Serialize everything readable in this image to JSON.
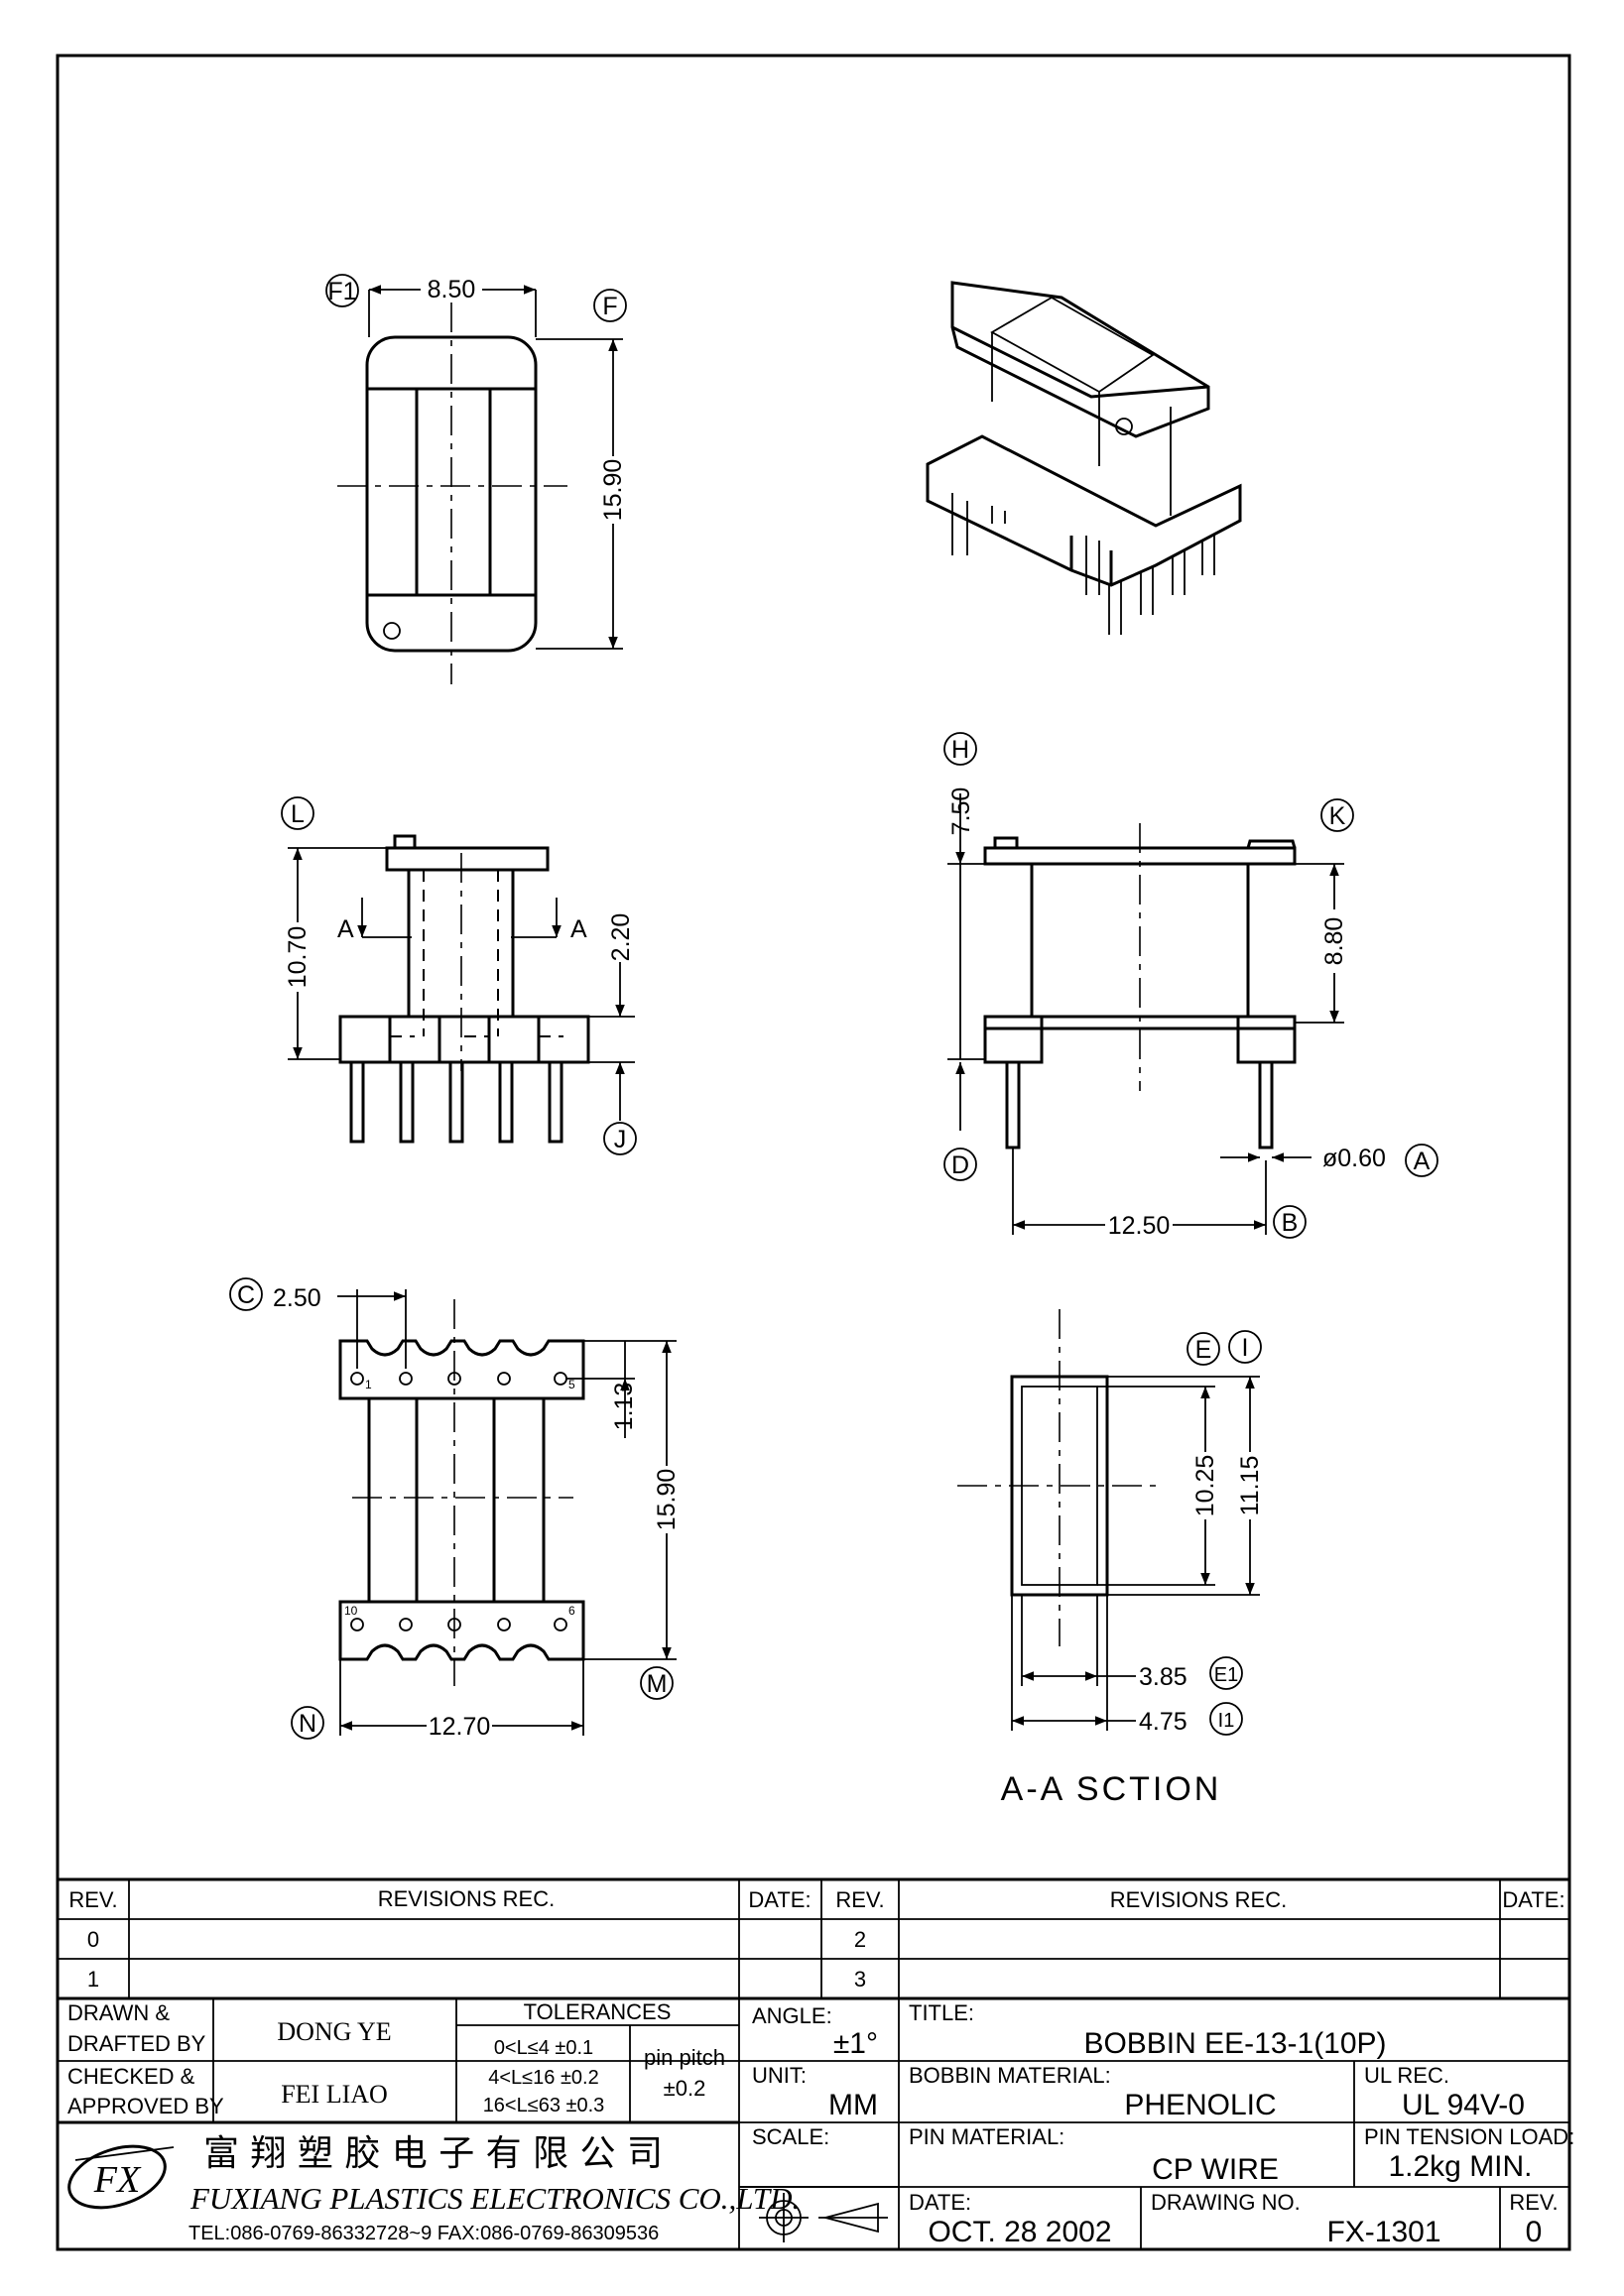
{
  "dimensions": {
    "top_width": "8.50",
    "top_height": "15.90",
    "side_height": "10.70",
    "side_flange": "2.20",
    "front_height": "7.50",
    "front_inner": "8.80",
    "pin_dia": "ø0.60",
    "pin_span": "12.50",
    "pitch": "2.50",
    "edge": "1.13",
    "bottom_height": "15.90",
    "bottom_width": "12.70",
    "sec_inner_h": "10.25",
    "sec_outer_h": "11.15",
    "sec_inner_w": "3.85",
    "sec_outer_w": "4.75"
  },
  "markers": {
    "f1": "F1",
    "f": "F",
    "l": "L",
    "j": "J",
    "h": "H",
    "k": "K",
    "d": "D",
    "a": "A",
    "b": "B",
    "c": "C",
    "m": "M",
    "n": "N",
    "e": "E",
    "i": "I",
    "e1": "E1",
    "i1": "I1"
  },
  "section_arrow": "A",
  "pin_numbers": {
    "p1": "1",
    "p5": "5",
    "p6": "6",
    "p10": "10"
  },
  "section_title": "A-A SCTION",
  "revisions": {
    "rev_header": "REV.",
    "rec_header": "REVISIONS  REC.",
    "date_header": "DATE:",
    "rows_left": [
      "0",
      "1"
    ],
    "rows_right": [
      "2",
      "3"
    ]
  },
  "title_block": {
    "drawn_label_1": "DRAWN &",
    "drawn_label_2": "DRAFTED BY",
    "drawn_name": "DONG YE",
    "checked_label_1": "CHECKED &",
    "checked_label_2": "APPROVED BY",
    "checked_name": "FEI LIAO",
    "tolerances_label": "TOLERANCES",
    "tol_1": "0<L≤4    ±0.1",
    "tol_2": "4<L≤16  ±0.2",
    "tol_3": "16<L≤63  ±0.3",
    "pitch_label": "pin pitch",
    "pitch_tol": "±0.2",
    "angle_label": "ANGLE:",
    "angle_value": "±1°",
    "unit_label": "UNIT:",
    "unit_value": "MM",
    "scale_label": "SCALE:",
    "title_label": "TITLE:",
    "title_value": "BOBBIN EE-13-1(10P)",
    "bobbin_material_label": "BOBBIN MATERIAL:",
    "bobbin_material_value": "PHENOLIC",
    "ul_label": "UL REC.",
    "ul_value": "UL 94V-0",
    "pin_material_label": "PIN MATERIAL:",
    "pin_material_value": "CP WIRE",
    "tension_label": "PIN TENSION LOAD:",
    "tension_value": "1.2kg MIN.",
    "date_label": "DATE:",
    "date_value": "OCT. 28 2002",
    "drawing_no_label": "DRAWING NO.",
    "drawing_no_value": "FX-1301",
    "rev_label": "REV.",
    "rev_value": "0",
    "company_cn": "富 翔 塑 胶 电 子 有 限 公 司",
    "company_en": "FUXIANG PLASTICS ELECTRONICS CO.,LTD.",
    "contact": "TEL:086-0769-86332728~9   FAX:086-0769-86309536",
    "logo_text": "FX"
  }
}
